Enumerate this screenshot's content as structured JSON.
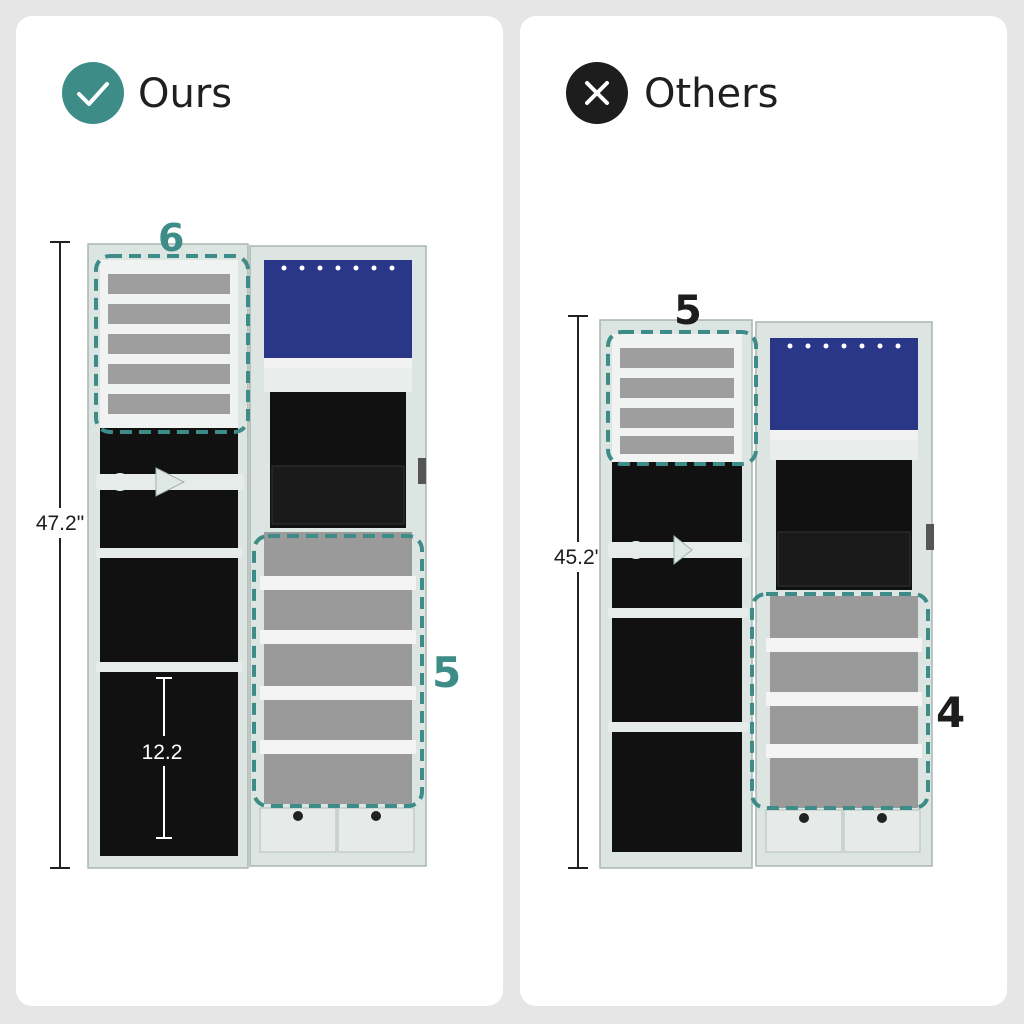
{
  "colors": {
    "accent": "#3d8c88",
    "dark": "#1d1d1d",
    "frame": "#dfe6e3",
    "mirror": "#111111",
    "led": "#2b3a8a"
  },
  "left": {
    "header": {
      "icon": "check-icon",
      "title": "Ours"
    },
    "height_label": "47.2\"",
    "inner_label": "12.2",
    "top_count": "6",
    "bottom_count": "5"
  },
  "right": {
    "header": {
      "icon": "x-icon",
      "title": "Others"
    },
    "height_label": "45.2\"",
    "top_count": "5",
    "bottom_count": "4"
  }
}
